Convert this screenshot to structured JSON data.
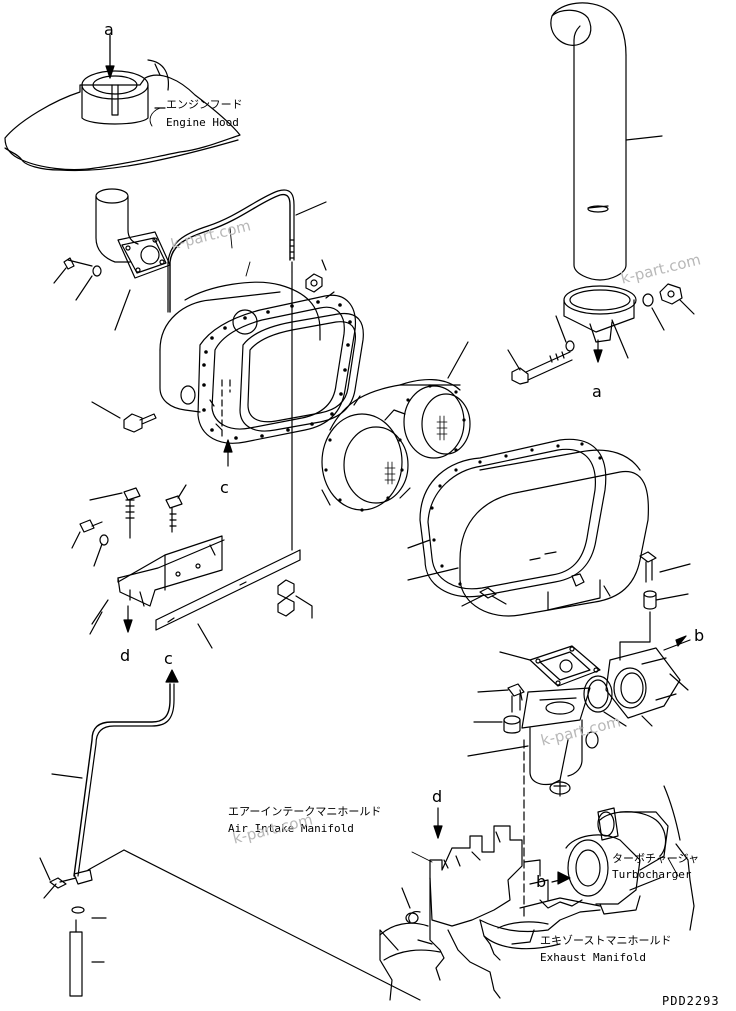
{
  "labels": {
    "engine_hood_jp": "エンジンフード",
    "engine_hood_en": "Engine Hood",
    "intake_manifold_jp": "エアーインテークマニホールド",
    "intake_manifold_en": "Air Intake Manifold",
    "turbocharger_jp": "ターボチャージャ",
    "turbocharger_en": "Turbocharger",
    "exhaust_manifold_jp": "エキゾーストマニホールド",
    "exhaust_manifold_en": "Exhaust Manifold"
  },
  "connection_markers": {
    "a_top": "a",
    "a_stack": "a",
    "b_elbow": "b",
    "b_turbo": "b",
    "c_muffler": "c",
    "c_rod": "c",
    "d_bracket": "d",
    "d_manifold": "d"
  },
  "watermarks": [
    "k-part.com",
    "k-part.com",
    "k-part.com",
    "k-part.com"
  ],
  "drawing_code": "PDD2293"
}
